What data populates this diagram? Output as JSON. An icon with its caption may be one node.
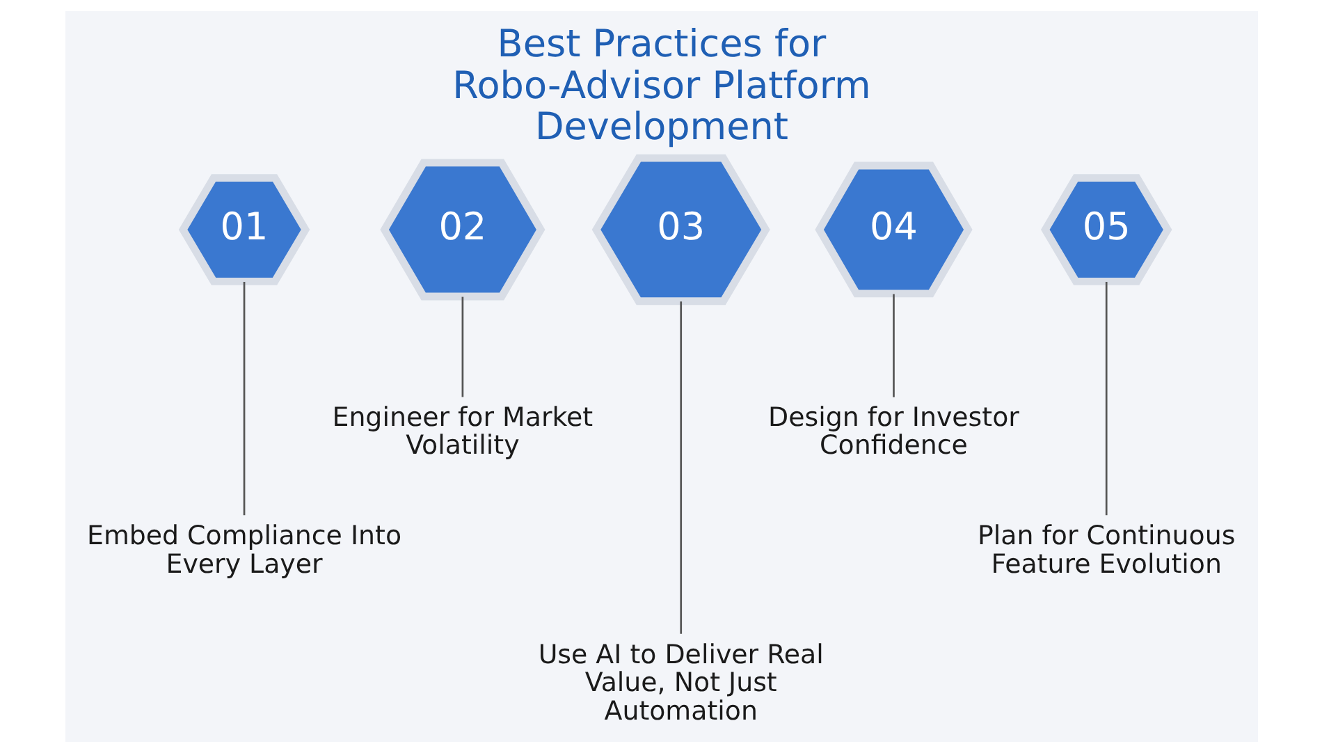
{
  "diagram": {
    "title": "Best Practices for Robo-Advisor Platform Development",
    "nodes": [
      {
        "text": [
          "01"
        ]
      },
      {
        "text": [
          "Embed Compliance Into Every Layer"
        ]
      },
      {
        "text": [
          "02"
        ]
      },
      {
        "text": [
          "Engineer for Market Volatility"
        ]
      },
      {
        "text": [
          "03"
        ]
      },
      {
        "text": [
          "Use AI to Deliver Real Value, Not Just Automation"
        ]
      },
      {
        "text": [
          "04"
        ]
      },
      {
        "text": [
          "Design for Investor Confidence"
        ]
      },
      {
        "text": [
          "05"
        ]
      },
      {
        "text": [
          "Plan for Continuous Feature Evolution"
        ]
      }
    ],
    "edges": [
      {
        "from": 0,
        "to": 1,
        "arrow": "none"
      },
      {
        "from": 2,
        "to": 3,
        "arrow": "none"
      },
      {
        "from": 4,
        "to": 5,
        "arrow": "none"
      },
      {
        "from": 6,
        "to": 7,
        "arrow": "none"
      },
      {
        "from": 8,
        "to": 9,
        "arrow": "none"
      }
    ]
  }
}
